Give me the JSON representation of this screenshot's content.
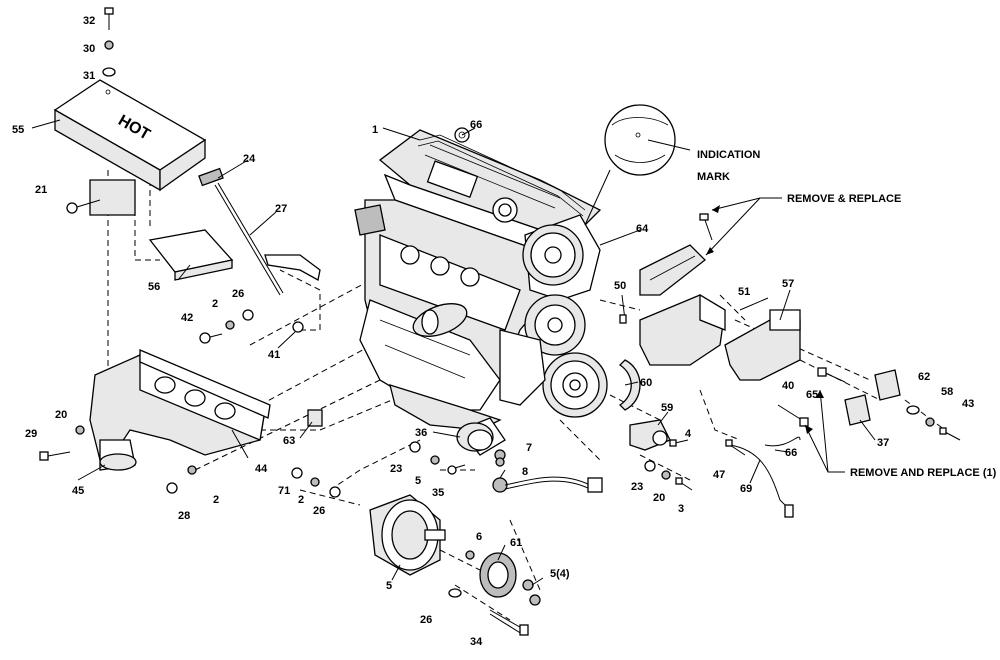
{
  "diagram": {
    "heat_shield_text": "HOT",
    "notes": {
      "indication_mark_line1": "INDICATION",
      "indication_mark_line2": "MARK",
      "remove_replace": "REMOVE & REPLACE",
      "remove_and_replace_1": "REMOVE AND REPLACE (1)"
    },
    "callouts": [
      "32",
      "30",
      "31",
      "55",
      "21",
      "24",
      "27",
      "56",
      "1",
      "66",
      "64",
      "50",
      "51",
      "57",
      "2",
      "26",
      "42",
      "41",
      "29",
      "20",
      "45",
      "28",
      "44",
      "2",
      "71",
      "2",
      "26",
      "63",
      "23",
      "5",
      "35",
      "36",
      "7",
      "8",
      "6",
      "61",
      "5(4)",
      "5",
      "26",
      "34",
      "60",
      "59",
      "4",
      "23",
      "20",
      "3",
      "40",
      "65",
      "62",
      "58",
      "43",
      "37",
      "47",
      "69",
      "66"
    ]
  }
}
